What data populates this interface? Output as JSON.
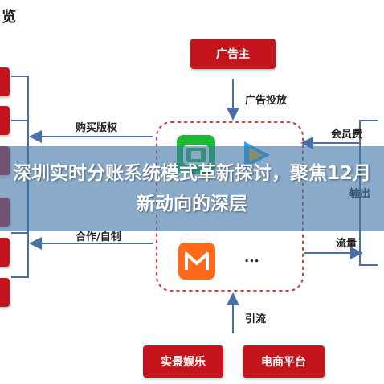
{
  "diagram": {
    "corner_title": "览",
    "top_node": "广告主",
    "bottom_nodes": [
      "实景娱乐",
      "电商平台"
    ],
    "arrows": {
      "ad_placement": "广告投放",
      "buy_rights": "购买版权",
      "cooperation": "合作/自制",
      "membership_fee": "会员费",
      "content_output": "输出",
      "traffic": "流量",
      "traffic_drain": "引流"
    },
    "center_more": "...",
    "icons": [
      "iqiyi-app-icon",
      "tencent-video-icon",
      "mango-tv-icon"
    ]
  },
  "banner": {
    "title": "深圳实时分账系统模式革新探讨，聚焦12月新动向的深层"
  },
  "colors": {
    "red": "#c4151c",
    "arrow_blue": "#4a6fa5",
    "dash_red": "#d23c3c"
  }
}
